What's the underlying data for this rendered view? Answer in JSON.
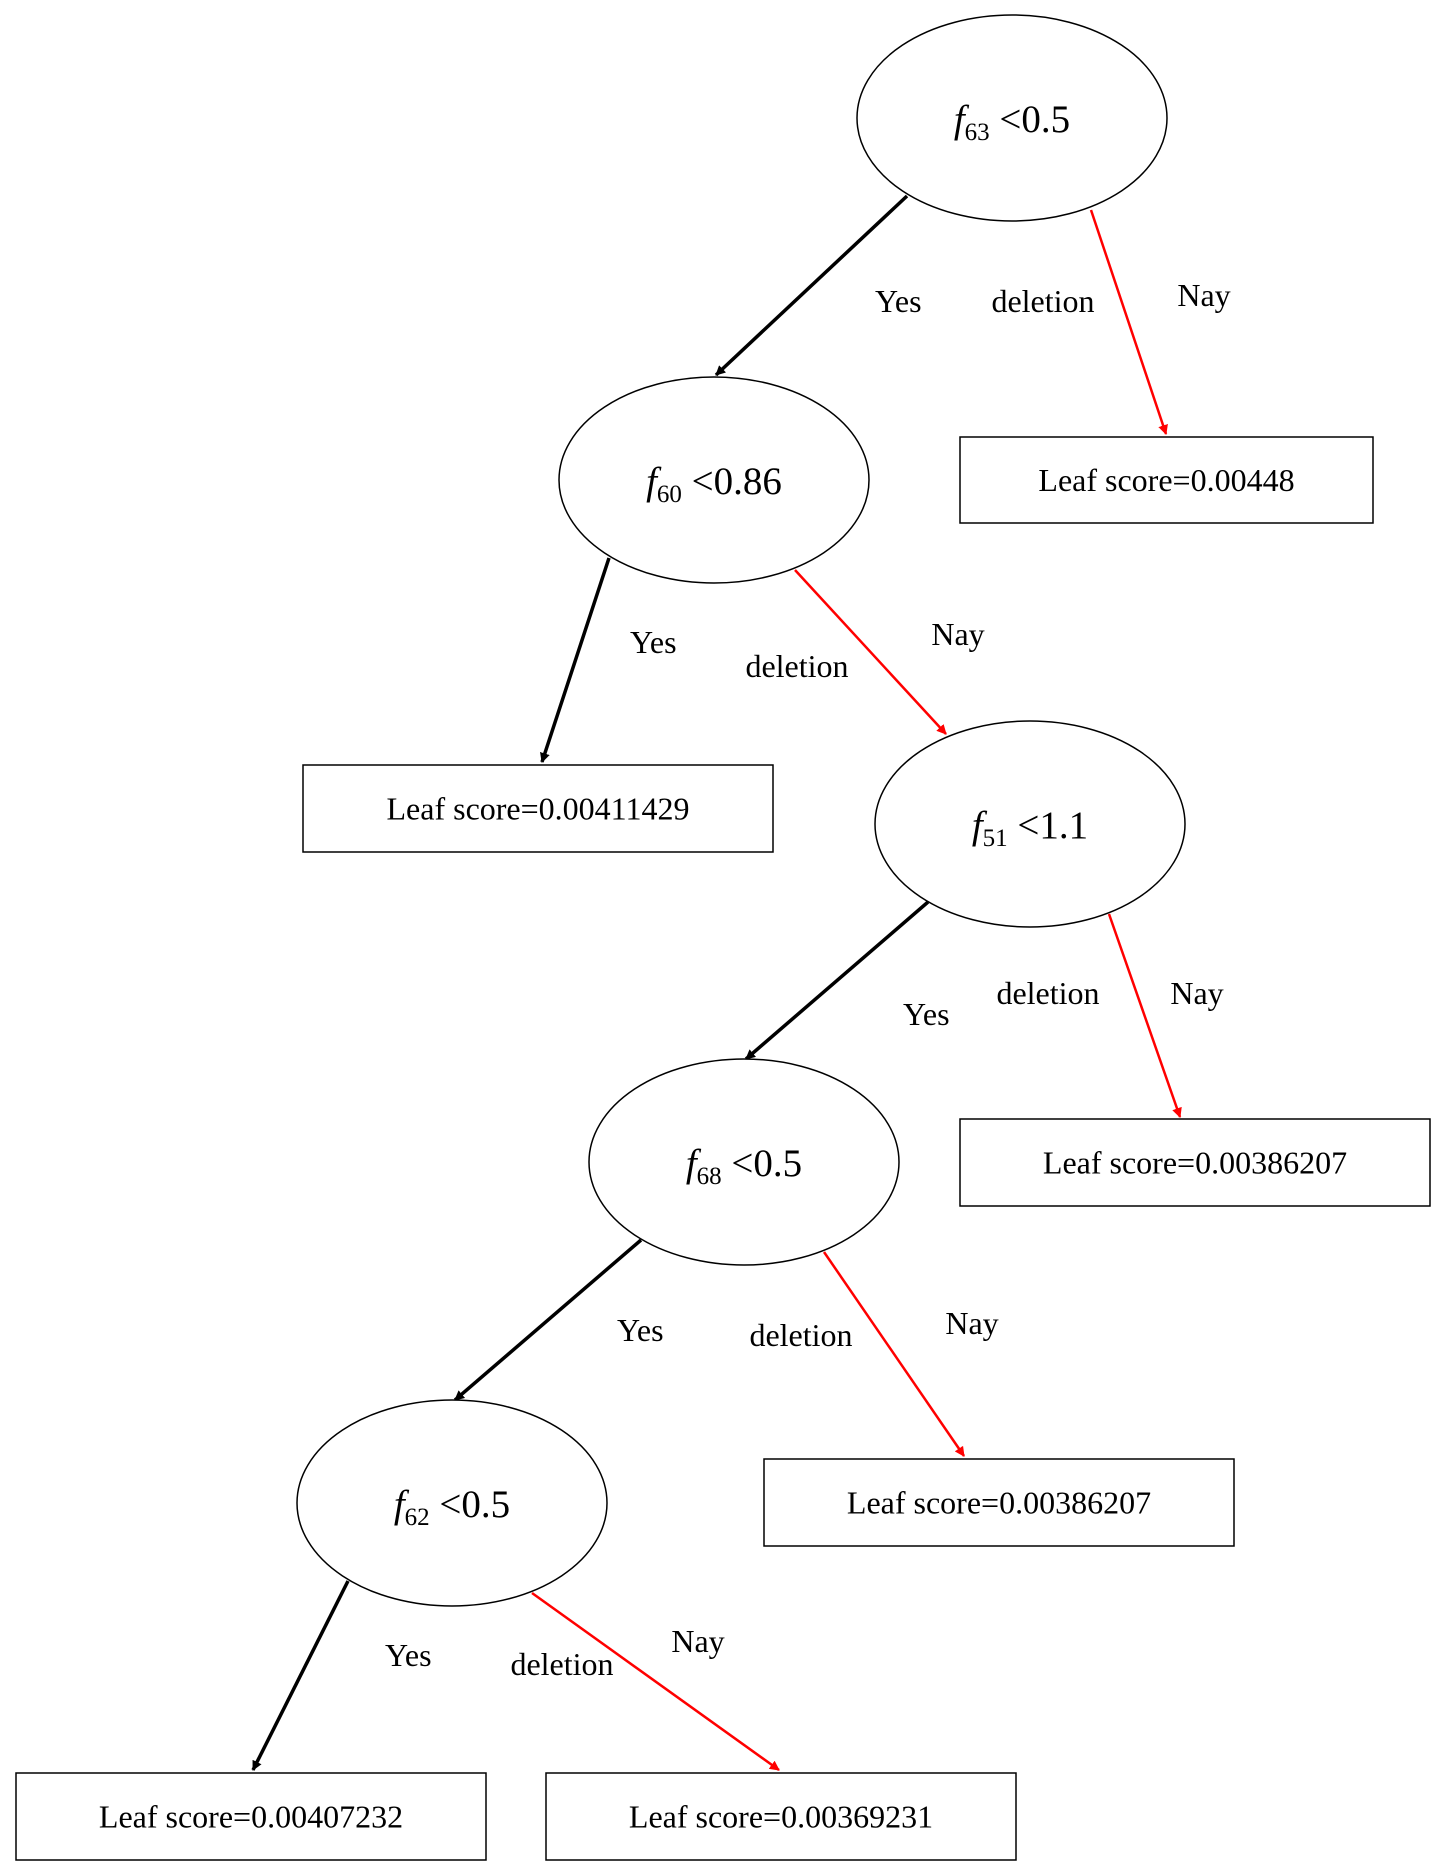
{
  "colors": {
    "yes_edge": "#000000",
    "nay_edge": "#ff0000",
    "stroke": "#000000",
    "background": "#ffffff"
  },
  "nodes": [
    {
      "id": "n1",
      "feature": "f",
      "index": "63",
      "op": "<",
      "threshold": "0.5"
    },
    {
      "id": "n2",
      "feature": "f",
      "index": "60",
      "op": "<",
      "threshold": "0.86"
    },
    {
      "id": "n3",
      "feature": "f",
      "index": "51",
      "op": "<",
      "threshold": "1.1"
    },
    {
      "id": "n4",
      "feature": "f",
      "index": "68",
      "op": "<",
      "threshold": "0.5"
    },
    {
      "id": "n5",
      "feature": "f",
      "index": "62",
      "op": "<",
      "threshold": "0.5"
    }
  ],
  "leaves": [
    {
      "id": "l1",
      "label": "Leaf score=0.00448"
    },
    {
      "id": "l2",
      "label": "Leaf score=0.00411429"
    },
    {
      "id": "l3",
      "label": "Leaf score=0.00386207"
    },
    {
      "id": "l4",
      "label": "Leaf score=0.00386207"
    },
    {
      "id": "l5",
      "label": "Leaf score=0.00407232"
    },
    {
      "id": "l6",
      "label": "Leaf score=0.00369231"
    }
  ],
  "edges": [
    {
      "from": "n1",
      "to": "n2",
      "kind": "yes",
      "label": "Yes"
    },
    {
      "from": "n1",
      "to": "l1",
      "kind": "nay",
      "label": "Nay",
      "extra": "deletion"
    },
    {
      "from": "n2",
      "to": "l2",
      "kind": "yes",
      "label": "Yes"
    },
    {
      "from": "n2",
      "to": "n3",
      "kind": "nay",
      "label": "Nay",
      "extra": "deletion"
    },
    {
      "from": "n3",
      "to": "n4",
      "kind": "yes",
      "label": "Yes"
    },
    {
      "from": "n3",
      "to": "l3",
      "kind": "nay",
      "label": "Nay",
      "extra": "deletion"
    },
    {
      "from": "n4",
      "to": "n5",
      "kind": "yes",
      "label": "Yes"
    },
    {
      "from": "n4",
      "to": "l4",
      "kind": "nay",
      "label": "Nay",
      "extra": "deletion"
    },
    {
      "from": "n5",
      "to": "l5",
      "kind": "yes",
      "label": "Yes"
    },
    {
      "from": "n5",
      "to": "l6",
      "kind": "nay",
      "label": "Nay",
      "extra": "deletion"
    }
  ]
}
